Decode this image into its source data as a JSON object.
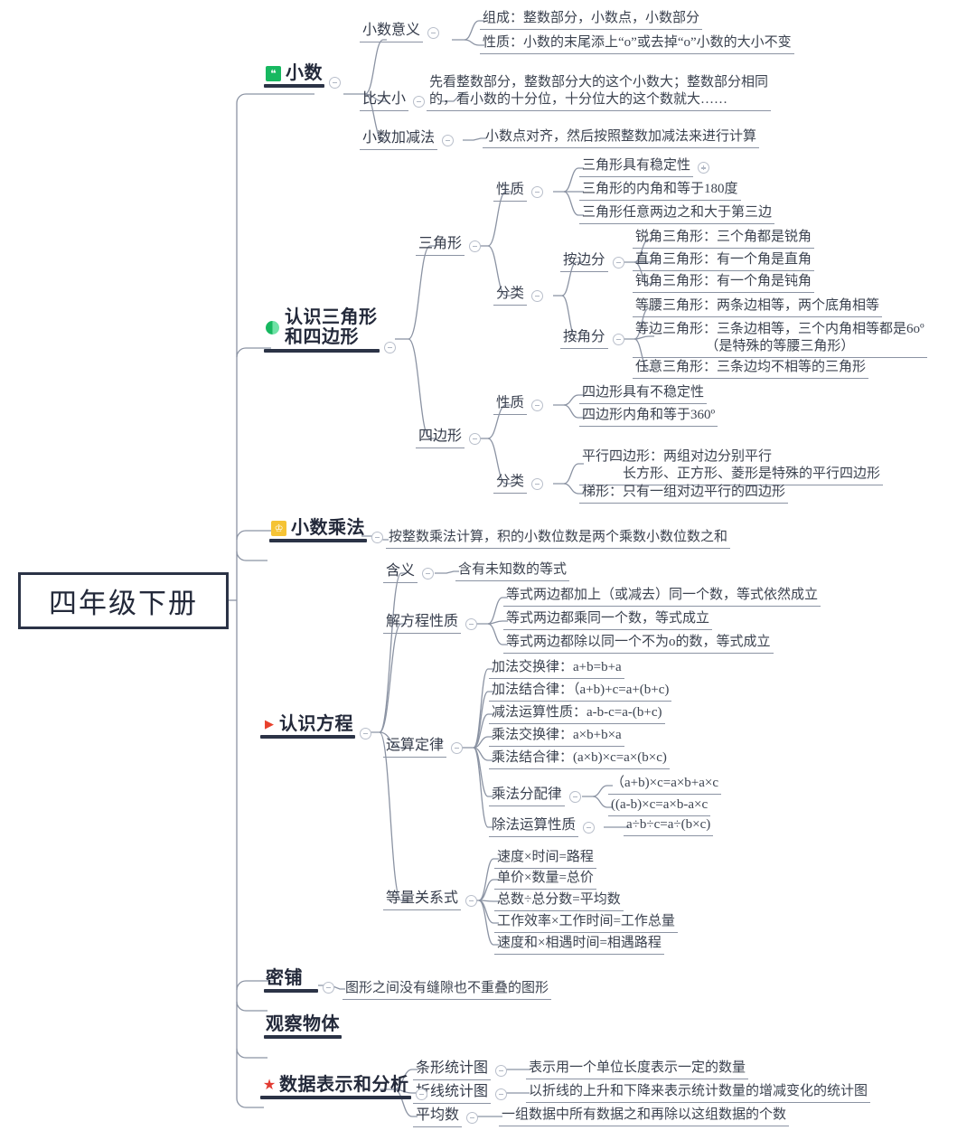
{
  "root": {
    "label": "四年级下册"
  },
  "toggle_icon": "minus-circle-icon",
  "colors": {
    "root_border": "#2b3346",
    "branch_underline": "#2b3346",
    "connector": "#8b93a3",
    "green_badge": "#17b860",
    "yellow_badge": "#f5c335",
    "red_star": "#e23b32",
    "text": "#3a4150"
  },
  "branches": [
    {
      "id": "xiaoshu",
      "label": "小数",
      "icon": "green-quote-badge-icon",
      "children": [
        {
          "label": "小数意义",
          "toggle": true,
          "children": [
            {
              "label": "组成：整数部分，小数点，小数部分"
            },
            {
              "label": "性质：小数的末尾添上“o”或去掉“o”小数的大小不变"
            }
          ]
        },
        {
          "label": "比大小",
          "toggle": true,
          "children": [
            {
              "label": "先看整数部分，整数部分大的这个小数大；整数部分相同\n的，看小数的十分位，十分位大的这个数就大……"
            }
          ]
        },
        {
          "label": "小数加减法",
          "toggle": true,
          "children": [
            {
              "label": "小数点对齐，然后按照整数加减法来进行计算"
            }
          ]
        }
      ]
    },
    {
      "id": "sanjiaoxing",
      "label": "认识三角形\n和四边形",
      "icon": "green-pie-badge-icon",
      "children": [
        {
          "label": "三角形",
          "toggle": true,
          "children": [
            {
              "label": "性质",
              "toggle": true,
              "children": [
                {
                  "label": "三角形具有稳定性",
                  "toggle_plus": true
                },
                {
                  "label": "三角形的内角和等于180度"
                },
                {
                  "label": "三角形任意两边之和大于第三边"
                }
              ]
            },
            {
              "label": "分类",
              "toggle": true,
              "children": [
                {
                  "label": "按边分",
                  "toggle": true,
                  "children": [
                    {
                      "label": "锐角三角形：三个角都是锐角"
                    },
                    {
                      "label": "直角三角形：有一个角是直角"
                    },
                    {
                      "label": "钝角三角形：有一个角是钝角"
                    }
                  ]
                },
                {
                  "label": "按角分",
                  "toggle": true,
                  "children": [
                    {
                      "label": "等腰三角形：两条边相等，两个底角相等"
                    },
                    {
                      "label": "等边三角形：三条边相等，三个内角相等都是6oº\n（是特殊的等腰三角形）"
                    },
                    {
                      "label": "任意三角形：三条边均不相等的三角形"
                    }
                  ]
                }
              ]
            }
          ]
        },
        {
          "label": "四边形",
          "toggle": true,
          "children": [
            {
              "label": "性质",
              "toggle": true,
              "children": [
                {
                  "label": "四边形具有不稳定性"
                },
                {
                  "label": "四边形内角和等于360º"
                }
              ]
            },
            {
              "label": "分类",
              "toggle": true,
              "children": [
                {
                  "label": "平行四边形：两组对边分别平行\n　　　长方形、正方形、菱形是特殊的平行四边形"
                },
                {
                  "label": "梯形：只有一组对边平行的四边形"
                }
              ]
            }
          ]
        }
      ]
    },
    {
      "id": "xiaoshuchengfa",
      "label": "小数乘法",
      "icon": "yellow-trophy-badge-icon",
      "children": [
        {
          "label": "按整数乘法计算，积的小数位数是两个乘数小数位数之和"
        }
      ]
    },
    {
      "id": "fangcheng",
      "label": "认识方程",
      "icon": "red-triangle-badge-icon",
      "children": [
        {
          "label": "含义",
          "toggle": true,
          "children": [
            {
              "label": "含有未知数的等式"
            }
          ]
        },
        {
          "label": "解方程性质",
          "toggle": true,
          "children": [
            {
              "label": "等式两边都加上（或减去）同一个数，等式依然成立"
            },
            {
              "label": "等式两边都乘同一个数，等式成立"
            },
            {
              "label": "等式两边都除以同一个不为o的数，等式成立"
            }
          ]
        },
        {
          "label": "运算定律",
          "toggle": true,
          "children": [
            {
              "label": "加法交换律：a+b=b+a"
            },
            {
              "label": "加法结合律：（a+b)+c=a+(b+c)"
            },
            {
              "label": "减法运算性质：a-b-c=a-(b+c)"
            },
            {
              "label": "乘法交换律：a×b+b×a"
            },
            {
              "label": "乘法结合律：(a×b)×c=a×(b×c)"
            },
            {
              "label": "乘法分配律",
              "toggle": true,
              "children": [
                {
                  "label": "（a+b)×c=a×b+a×c"
                },
                {
                  "label": "((a-b)×c=a×b-a×c"
                }
              ]
            },
            {
              "label": "除法运算性质",
              "toggle": true,
              "children": [
                {
                  "label": "a÷b÷c=a÷(b×c)"
                }
              ]
            }
          ]
        },
        {
          "label": "等量关系式",
          "toggle": true,
          "children": [
            {
              "label": "速度×时间=路程"
            },
            {
              "label": "单价×数量=总价"
            },
            {
              "label": "总数÷总分数=平均数"
            },
            {
              "label": "工作效率×工作时间=工作总量"
            },
            {
              "label": "速度和×相遇时间=相遇路程"
            }
          ]
        }
      ]
    },
    {
      "id": "mipu",
      "label": "密铺",
      "icon": "none",
      "children": [
        {
          "label": "图形之间没有缝隙也不重叠的图形"
        }
      ]
    },
    {
      "id": "guanchawuti",
      "label": "观察物体",
      "icon": "none",
      "children": []
    },
    {
      "id": "shuju",
      "label": "数据表示和分析",
      "icon": "red-star-badge-icon",
      "children": [
        {
          "label": "条形统计图",
          "toggle": true,
          "children": [
            {
              "label": "表示用一个单位长度表示一定的数量"
            }
          ]
        },
        {
          "label": "折线统计图",
          "toggle": true,
          "children": [
            {
              "label": "以折线的上升和下降来表示统计数量的增减变化的统计图"
            }
          ]
        },
        {
          "label": "平均数",
          "toggle": true,
          "children": [
            {
              "label": "一组数据中所有数据之和再除以这组数据的个数"
            }
          ]
        }
      ]
    }
  ]
}
